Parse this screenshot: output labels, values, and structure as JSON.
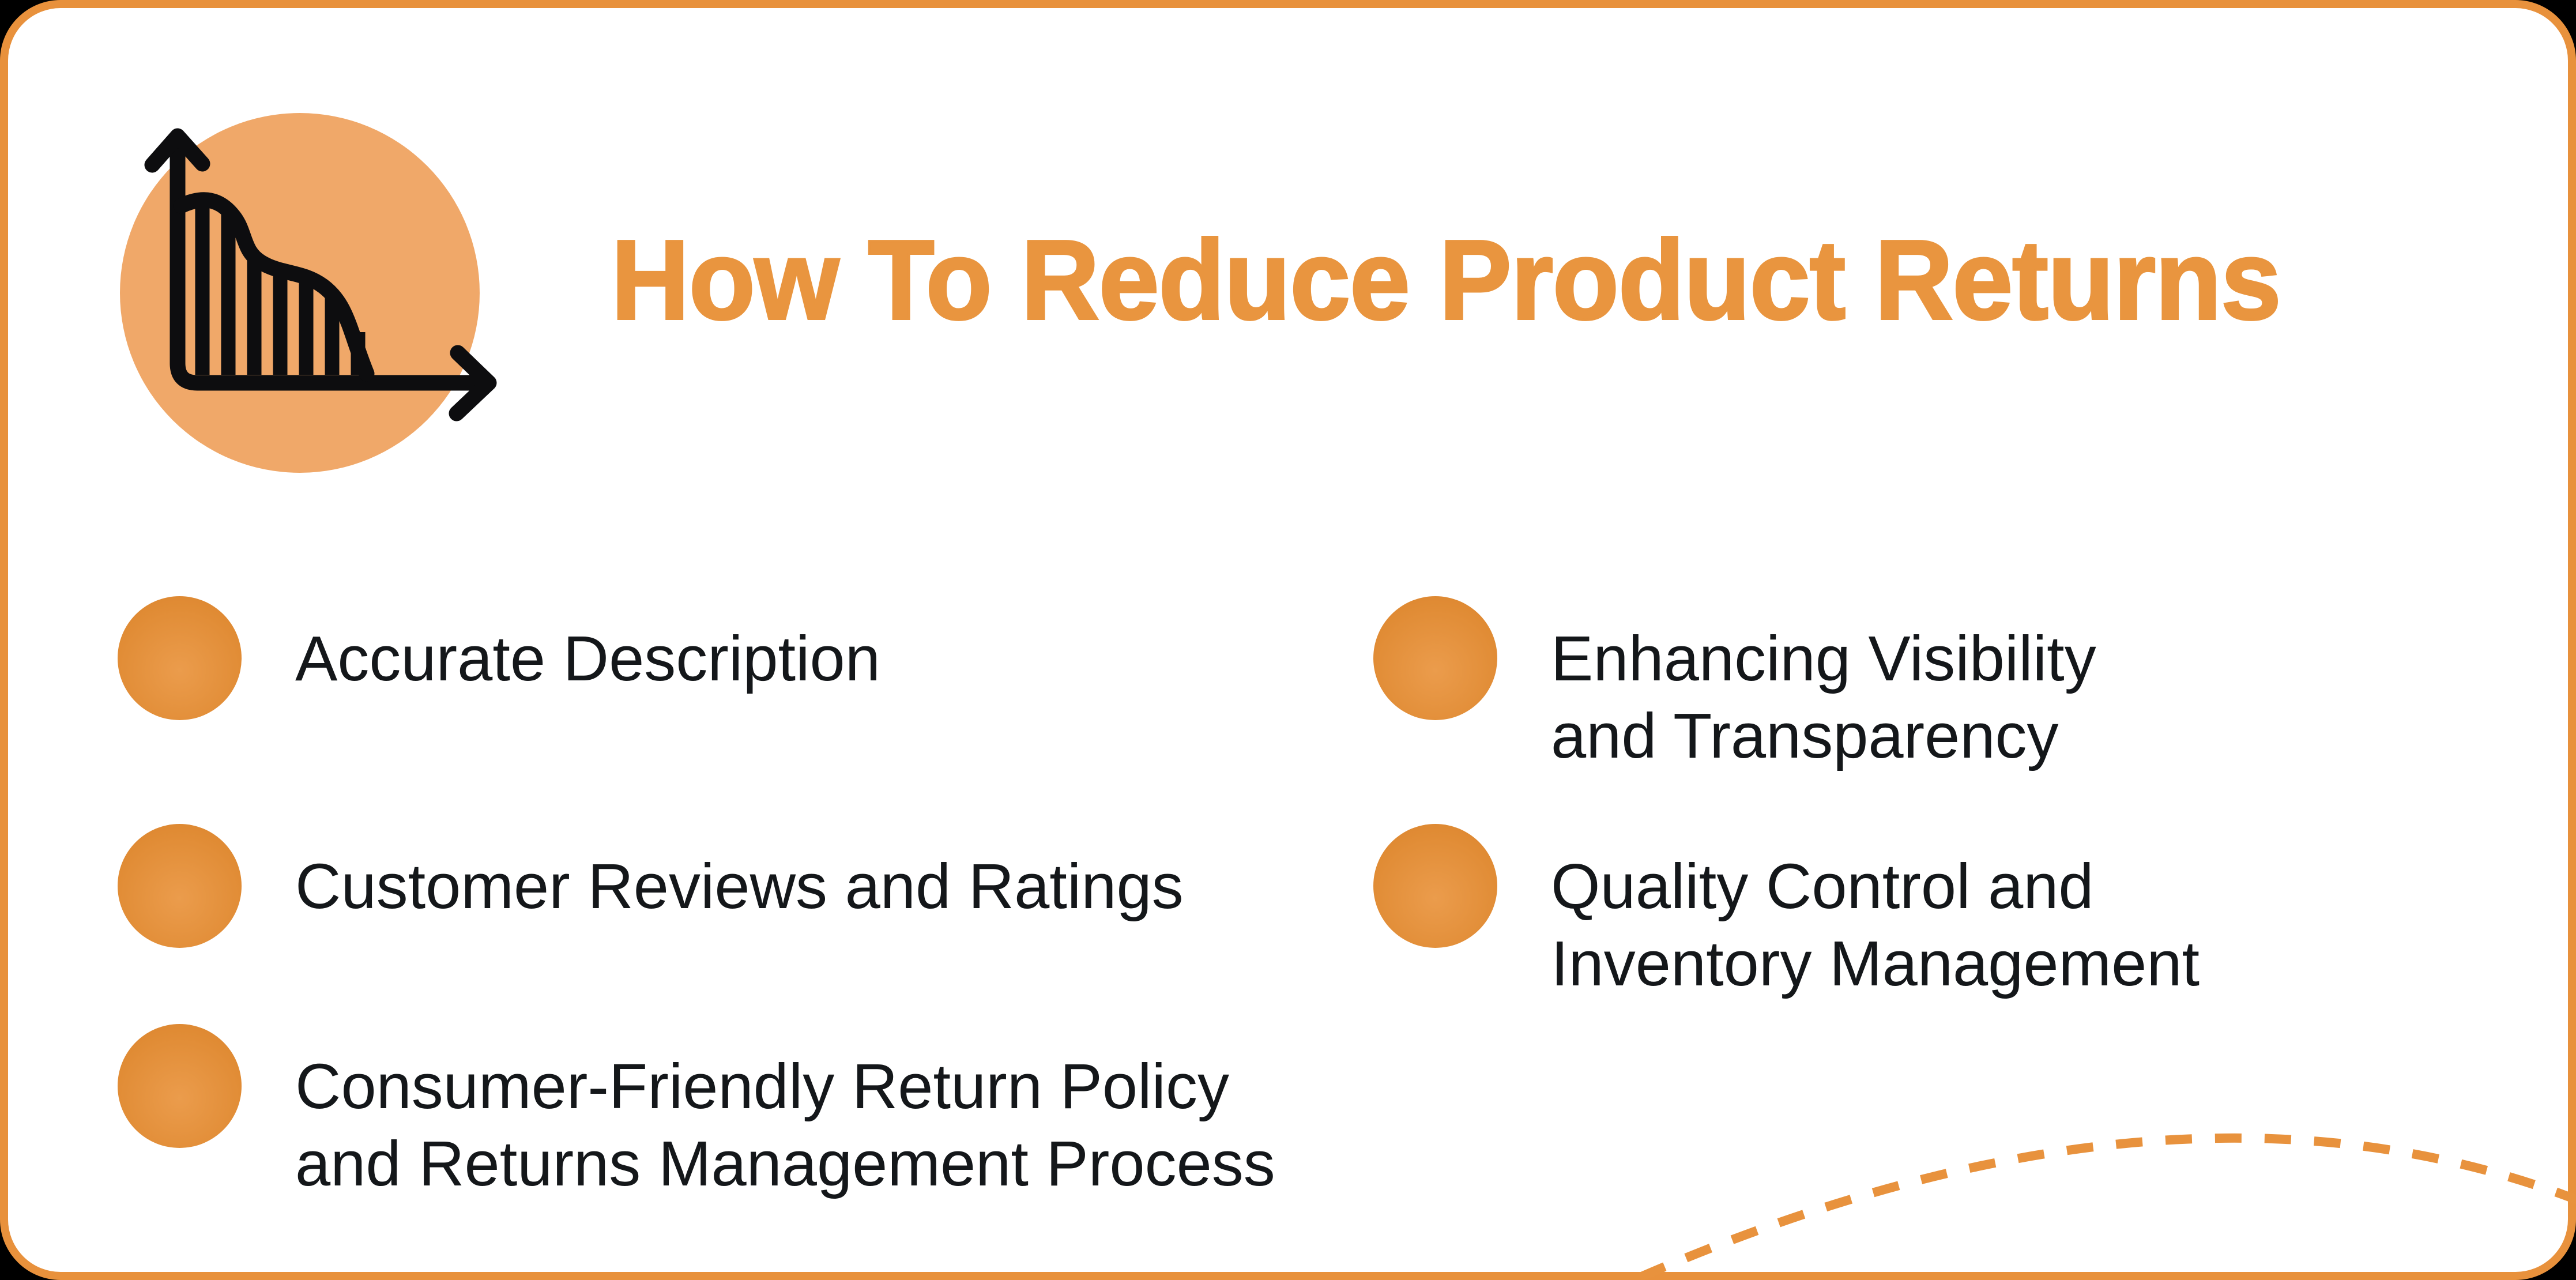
{
  "card": {
    "title": "How To Reduce Product Returns"
  },
  "icon": {
    "name": "declining-bar-chart-icon"
  },
  "list": {
    "left": [
      {
        "lines": [
          "Accurate Description"
        ]
      },
      {
        "lines": [
          "Customer Reviews and Ratings"
        ]
      },
      {
        "lines": [
          "Consumer-Friendly Return Policy",
          "and Returns Management Process"
        ]
      }
    ],
    "right": [
      {
        "lines": [
          "Enhancing Visibility",
          "and Transparency"
        ]
      },
      {
        "lines": [
          "Quality Control and",
          "Inventory Management"
        ]
      }
    ]
  },
  "colors": {
    "background": "#000000",
    "card_background": "#FFFFFF",
    "border": "#E8913C",
    "title": "#E9953F",
    "icon_circle": "#F0A869",
    "icon_stroke": "#0D0D0F",
    "bullet": "#E18C35",
    "text": "#14171A",
    "dashed_curve": "#E8923D"
  }
}
